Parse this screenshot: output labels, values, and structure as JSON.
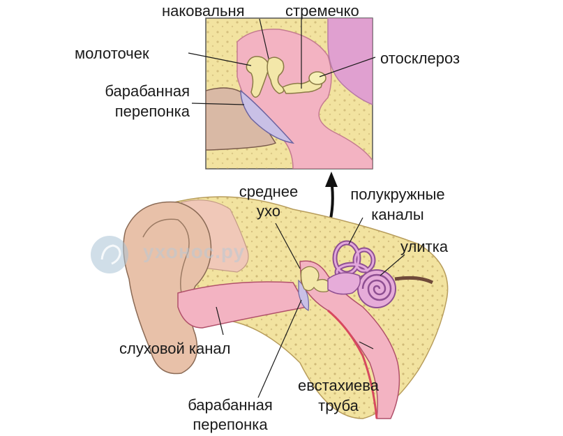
{
  "labels": {
    "incus": "наковальня",
    "stapes": "стремечко",
    "malleus": "молоточек",
    "otosclerosis": "отосклероз",
    "eardrum_top_line1": "барабанная",
    "eardrum_top_line2": "перепонка",
    "middle_ear_line1": "среднее",
    "middle_ear_line2": "ухо",
    "semicircular_line1": "полукружные",
    "semicircular_line2": "каналы",
    "cochlea": "улитка",
    "ear_canal": "слуховой канал",
    "eustachian_line1": "евстахиева",
    "eustachian_line2": "труба",
    "eardrum_bottom_line1": "барабанная",
    "eardrum_bottom_line2": "перепонка"
  },
  "watermark": "ухонос.ру",
  "colors": {
    "bone": "#f2e3a0",
    "tissue_pink": "#f3b3c2",
    "inner_pink": "#e9a2c9",
    "ossicle": "#f3e7a9",
    "outline": "#6b5a3a",
    "skin": "#e8c1a9"
  }
}
